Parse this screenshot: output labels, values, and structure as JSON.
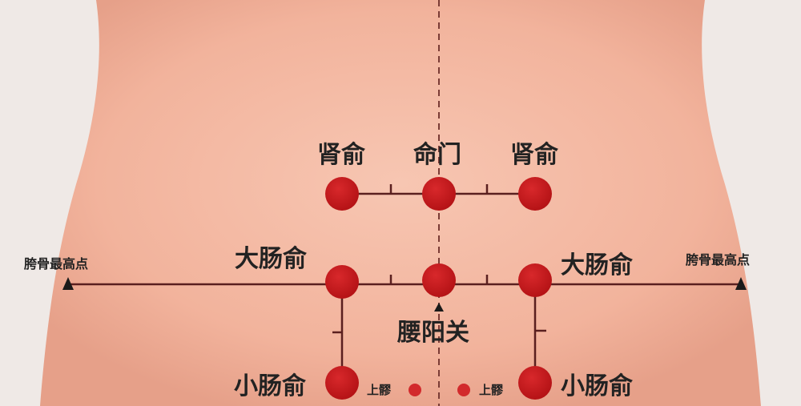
{
  "colors": {
    "skin": "#f4b9a3",
    "skin_shadow": "#e39c86",
    "background": "#efe9e6",
    "point": "#c41a1d",
    "point_edge": "#a01417",
    "line": "#5a1f1f"
  },
  "labels": {
    "shenshu_left": "肾俞",
    "mingmen": "命门",
    "shenshu_right": "肾俞",
    "dachangshu_left": "大肠俞",
    "dachangshu_right": "大肠俞",
    "yaoyangguan": "腰阳关",
    "xiaochangshu_left": "小肠俞",
    "xiaochangshu_right": "小肠俞",
    "iliac_crest_left": "胯骨最高点",
    "iliac_crest_right": "胯骨最高点",
    "shangliao_left": "上髎",
    "shangliao_right": "上髎"
  }
}
